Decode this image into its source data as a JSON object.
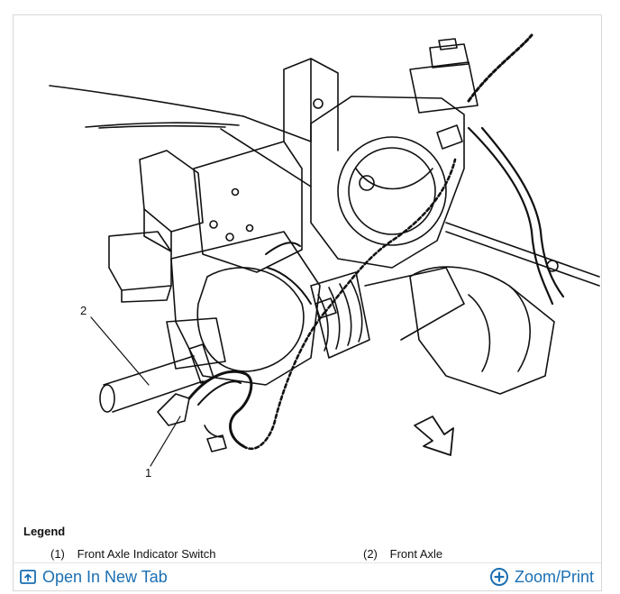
{
  "figure": {
    "callout_1": "1",
    "callout_2": "2"
  },
  "legend": {
    "title": "Legend",
    "items": [
      {
        "number": "(1)",
        "label": "Front Axle Indicator Switch"
      },
      {
        "number": "(2)",
        "label": "Front Axle"
      }
    ]
  },
  "toolbar": {
    "open_new_tab_label": "Open In New Tab",
    "zoom_print_label": "Zoom/Print"
  },
  "colors": {
    "accent": "#1a6fb3",
    "line_art": "#111111",
    "frame_border": "#d7d7d7"
  },
  "icons": {
    "open_new_tab": "open-in-new-tab-icon",
    "zoom_print": "zoom-plus-icon"
  }
}
